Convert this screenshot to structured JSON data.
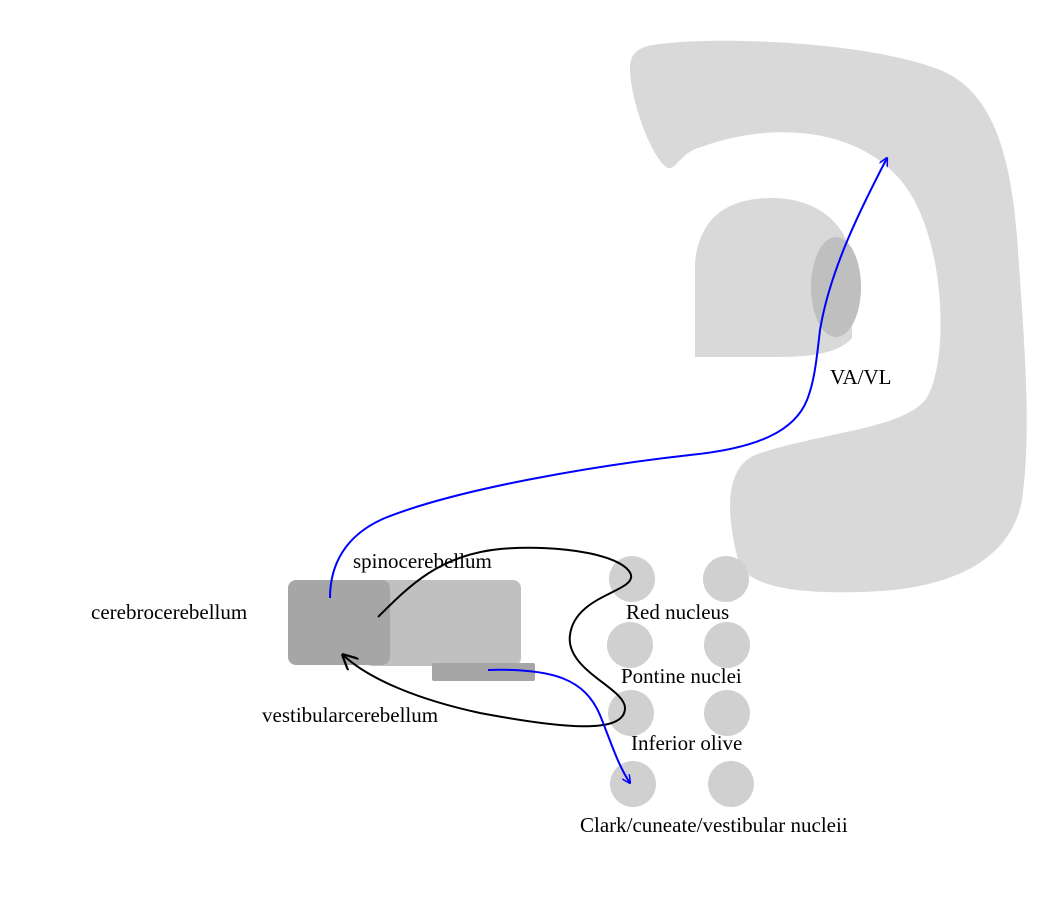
{
  "labels": {
    "va_vl": "VA/VL",
    "spinocerebellum": "spinocerebellum",
    "cerebrocerebellum": "cerebrocerebellum",
    "vestibularcerebellum": "vestibularcerebellum",
    "red_nucleus": "Red nucleus",
    "pontine_nuclei": "Pontine nuclei",
    "inferior_olive": "Inferior olive",
    "clark_nuclei": "Clark/cuneate/vestibular nucleii"
  },
  "colors": {
    "cortex_fill": "#d9d9d9",
    "thalamus_fill": "#d9d9d9",
    "va_vl_fill": "#bfbfbf",
    "cerebrocerebellum_fill": "#a6a6a6",
    "spinocerebellum_fill": "#c0c0c0",
    "vestibulocerebellum_fill": "#a6a6a6",
    "nucleus_fill": "#d0d0d0",
    "blue_pathway": "#0000ff",
    "black_pathway": "#000000",
    "text": "#000000"
  },
  "pathways": [
    {
      "name": "cerebrocerebellum-to-va-vl-pathway",
      "color": "blue"
    },
    {
      "name": "vestibulocerebellum-to-vestibular-nuclei-pathway",
      "color": "blue"
    },
    {
      "name": "spinocerebellum-red-nucleus-olive-loop",
      "color": "black"
    }
  ]
}
